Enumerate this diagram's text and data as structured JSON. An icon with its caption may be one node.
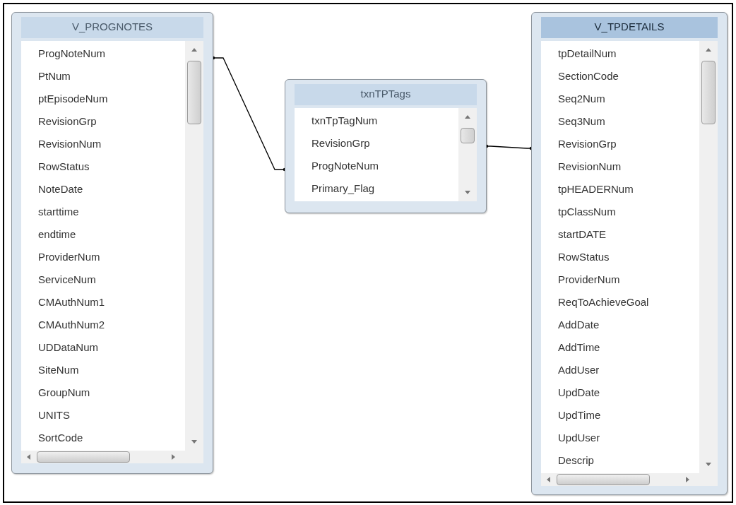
{
  "diagram": {
    "nodes": [
      {
        "text": [
          "V_PROGNOTES",
          "ProgNoteNum",
          "PtNum",
          "ptEpisodeNum",
          "RevisionGrp",
          "RevisionNum",
          "RowStatus",
          "NoteDate",
          "starttime",
          "endtime",
          "ProviderNum",
          "ServiceNum",
          "CMAuthNum1",
          "CMAuthNum2",
          "UDDataNum",
          "SiteNum",
          "GroupNum",
          "UNITS",
          "SortCode"
        ]
      },
      {
        "text": [
          "txnTPTags",
          "txnTpTagNum",
          "RevisionGrp",
          "ProgNoteNum",
          "Primary_Flag"
        ]
      },
      {
        "text": [
          "V_TPDETAILS",
          "tpDetailNum",
          "SectionCode",
          "Seq2Num",
          "Seq3Num",
          "RevisionGrp",
          "RevisionNum",
          "tpHEADERNum",
          "tpClassNum",
          "startDATE",
          "RowStatus",
          "ProviderNum",
          "ReqToAchieveGoal",
          "AddDate",
          "AddTime",
          "AddUser",
          "UpdDate",
          "UpdTime",
          "UpdUser",
          "Descrip"
        ]
      }
    ],
    "edges": [
      {
        "from": 0,
        "to": 1,
        "arrow": "other"
      },
      {
        "from": 1,
        "to": 2,
        "arrow": "other"
      }
    ]
  }
}
